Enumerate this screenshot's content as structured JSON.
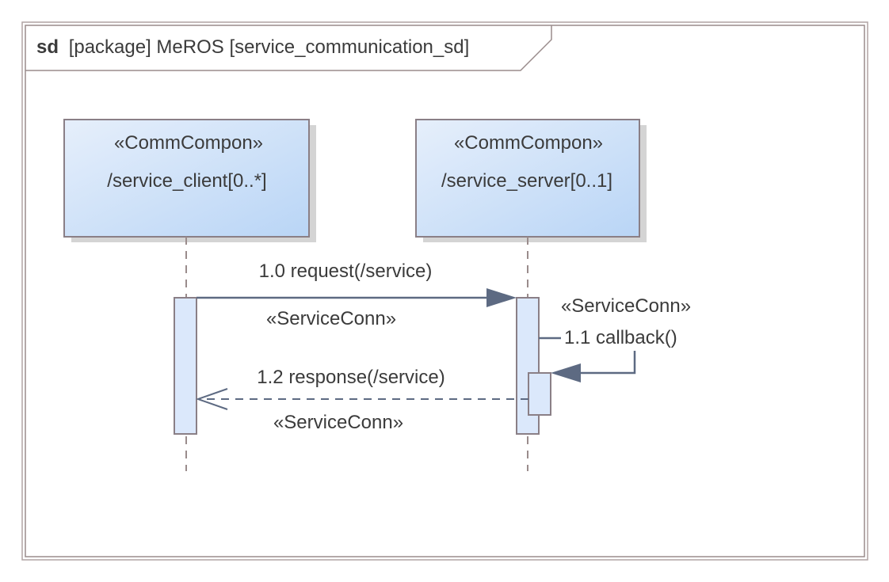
{
  "frame": {
    "keyword": "sd",
    "title": "[package] MeROS [service_communication_sd]"
  },
  "lifelines": [
    {
      "stereotype": "«CommCompon»",
      "name": "/service_client[0..*]"
    },
    {
      "stereotype": "«CommCompon»",
      "name": "/service_server[0..1]"
    }
  ],
  "messages": [
    {
      "label": "1.0 request(/service)",
      "stereotype": "«ServiceConn»"
    },
    {
      "label": "1.1 callback()",
      "stereotype": "«ServiceConn»"
    },
    {
      "label": "1.2 response(/service)",
      "stereotype": "«ServiceConn»"
    }
  ],
  "colors": {
    "frame_border": "#9a8c8c",
    "lifeline_border": "#8a7f86",
    "lifeline_fill_top": "#e3edfb",
    "lifeline_fill_bottom": "#b8d4f5",
    "activation_fill": "#dbe8fb",
    "arrow": "#5d6a82",
    "text": "#3b3b3b"
  }
}
